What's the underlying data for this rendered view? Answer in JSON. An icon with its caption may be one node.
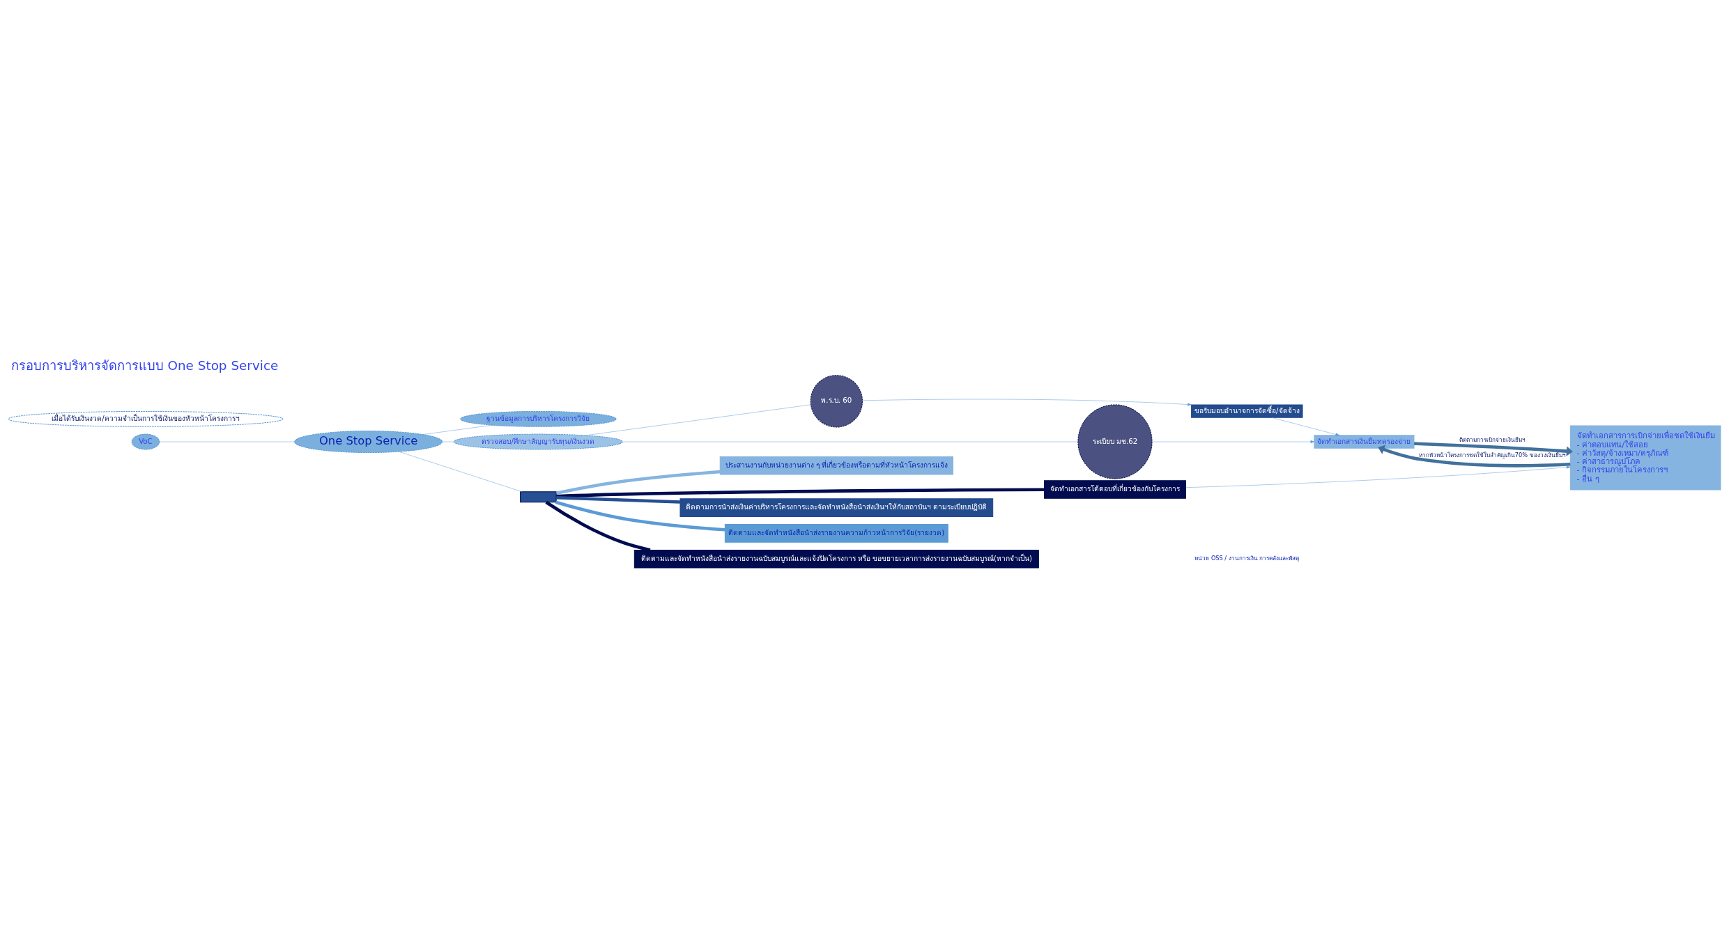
{
  "diagram": {
    "title": "กรอบการบริหารจัดการแบบ One Stop Service",
    "nodes": [
      {
        "text": [
          "VoC"
        ]
      },
      {
        "text": [
          "One Stop Service"
        ]
      },
      {
        "text": [
          "ฐานข้อมูลการบริหารโครงการวิจัย"
        ]
      },
      {
        "text": [
          "ตรวจสอบ/ศึกษาสัญญารับทุน/เงินงวด"
        ]
      },
      {
        "text": [
          "พ.ร.บ. 60"
        ]
      },
      {
        "text": [
          "ระเบียบ มช.62"
        ]
      },
      {
        "text": [
          "ขอรับมอบอำนาจการจัดซื้อ/จัดจ้าง"
        ]
      },
      {
        "text": [
          "เมื่อได้รับเงินงวด/ความจำเป็นการใช้เงินของหัวหน้าโครงการฯ"
        ]
      },
      {
        "text": [
          "จัดทำเอกสารเงินยืมทดรองจ่าย"
        ]
      },
      {
        "text": [
          "จัดทำเอกสารการเบิกจ่ายเพื่อชดใช้เงินยืม",
          "- ค่าตอบแทน/ใช้สอย",
          "- ค่าวัสดุ/จ้างเหมา/ครุภัณฑ์",
          "- ค่าสาธารณูปโภค",
          "- กิจกรรมภายในโครงการฯ",
          "- อื่น ๆ"
        ]
      },
      {
        "text": [],
        "shape": "bar"
      },
      {
        "text": [
          "ประสานงานกับหน่วยงานต่าง ๆ ที่เกี่ยวข้องหรือตามที่หัวหน้าโครงการแจ้ง"
        ]
      },
      {
        "text": [
          "จัดทำเอกสารโต้ตอบที่เกี่ยวข้องกับโครงการ"
        ]
      },
      {
        "text": [
          "ติดตามการนำส่งเงินค่าบริหารโครงการและจัดทำหนังสือนำส่งเงินฯให้กับสถาบันฯ ตามระเบียบปฏิบัติ"
        ]
      },
      {
        "text": [
          "ติดตามและจัดทำหนังสือนำส่งรายงานความก้าวหน้าการวิจัย(รายงวด)"
        ]
      },
      {
        "text": [
          "ติดตามและจัดทำหนังสือนำส่งรายงานฉบับสมบูรณ์และแจ้งปิดโครงการ หรือ ขอขยายเวลาการส่งรายงานฉบับสมบูรณ์(หากจำเป็น)"
        ]
      }
    ],
    "edges": [
      {
        "from": 0,
        "to": 1,
        "arrow": "none"
      },
      {
        "from": 1,
        "to": 2,
        "arrow": "none"
      },
      {
        "from": 1,
        "to": 3,
        "arrow": "none"
      },
      {
        "from": 1,
        "to": 10,
        "arrow": "none"
      },
      {
        "from": 3,
        "to": 4,
        "arrow": "none"
      },
      {
        "from": 3,
        "to": 5,
        "arrow": "none"
      },
      {
        "from": 4,
        "to": 6,
        "arrow": "to"
      },
      {
        "from": 6,
        "to": 8,
        "arrow": "to"
      },
      {
        "from": 5,
        "to": 8,
        "arrow": "to"
      },
      {
        "from": 8,
        "to": 9,
        "arrow": "to",
        "label": "ติดตามการเบิกจ่ายเงินยืมฯ",
        "style": "thick",
        "color": "#41719c"
      },
      {
        "from": 9,
        "to": 8,
        "arrow": "to",
        "label": "หากหัวหน้าโครงการชดใช้ใบสำคัญเกิน70% ของวงเงินยืมฯ",
        "style": "thick",
        "color": "#41719c"
      },
      {
        "from": 10,
        "to": 11,
        "arrow": "none",
        "style": "thick",
        "color": "#85b4e0"
      },
      {
        "from": 10,
        "to": 12,
        "arrow": "none",
        "style": "thick",
        "color": "#000c4f"
      },
      {
        "from": 10,
        "to": 13,
        "arrow": "none",
        "style": "thick",
        "color": "#264f94"
      },
      {
        "from": 10,
        "to": 14,
        "arrow": "none",
        "style": "thick",
        "color": "#5b9bd5"
      },
      {
        "from": 10,
        "to": 15,
        "arrow": "none",
        "style": "thick",
        "color": "#000c4f"
      },
      {
        "from": 12,
        "to": 9,
        "arrow": "to"
      }
    ],
    "labels": [
      "หน่วย OSS / งานการเงิน การคลังและพัสดุ"
    ]
  }
}
